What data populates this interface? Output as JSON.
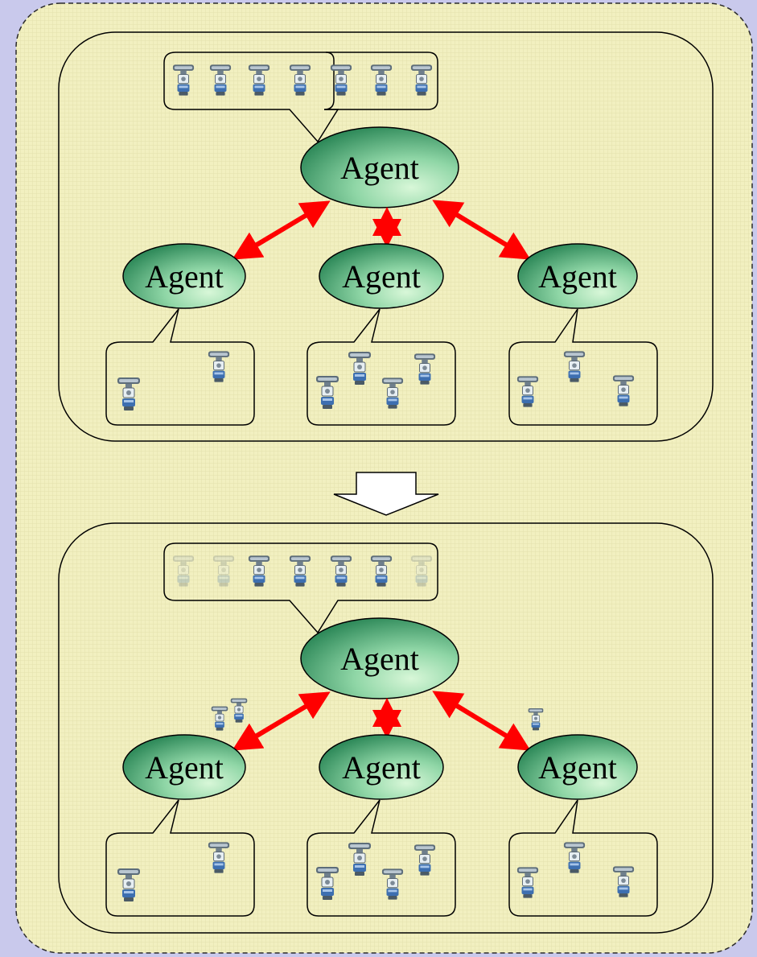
{
  "colors": {
    "page_background": "#c9c9ec",
    "panel_background": "#f2f0c0",
    "agent_fill_light": "#d8f7d8",
    "agent_fill_dark": "#2f8a5a",
    "arrow": "#ff0000",
    "outline": "#000000"
  },
  "panels": [
    {
      "hub_label": "Agent",
      "agents": [
        {
          "label": "Agent",
          "device_count": 2
        },
        {
          "label": "Agent",
          "device_count": 4
        },
        {
          "label": "Agent",
          "device_count": 3
        }
      ],
      "hub_devices": [
        {
          "state": "active"
        },
        {
          "state": "active"
        },
        {
          "state": "active"
        },
        {
          "state": "active"
        },
        {
          "state": "active"
        },
        {
          "state": "active"
        },
        {
          "state": "active"
        }
      ],
      "migrating_devices": []
    },
    {
      "hub_label": "Agent",
      "agents": [
        {
          "label": "Agent",
          "device_count": 2
        },
        {
          "label": "Agent",
          "device_count": 4
        },
        {
          "label": "Agent",
          "device_count": 3
        }
      ],
      "hub_devices": [
        {
          "state": "faded"
        },
        {
          "state": "faded"
        },
        {
          "state": "active"
        },
        {
          "state": "active"
        },
        {
          "state": "active"
        },
        {
          "state": "active"
        },
        {
          "state": "faded"
        }
      ],
      "migrating_devices": [
        {
          "near_agent": 0,
          "count": 2
        },
        {
          "near_agent": 2,
          "count": 1
        }
      ]
    }
  ],
  "transition_icon": "down-arrow-icon"
}
